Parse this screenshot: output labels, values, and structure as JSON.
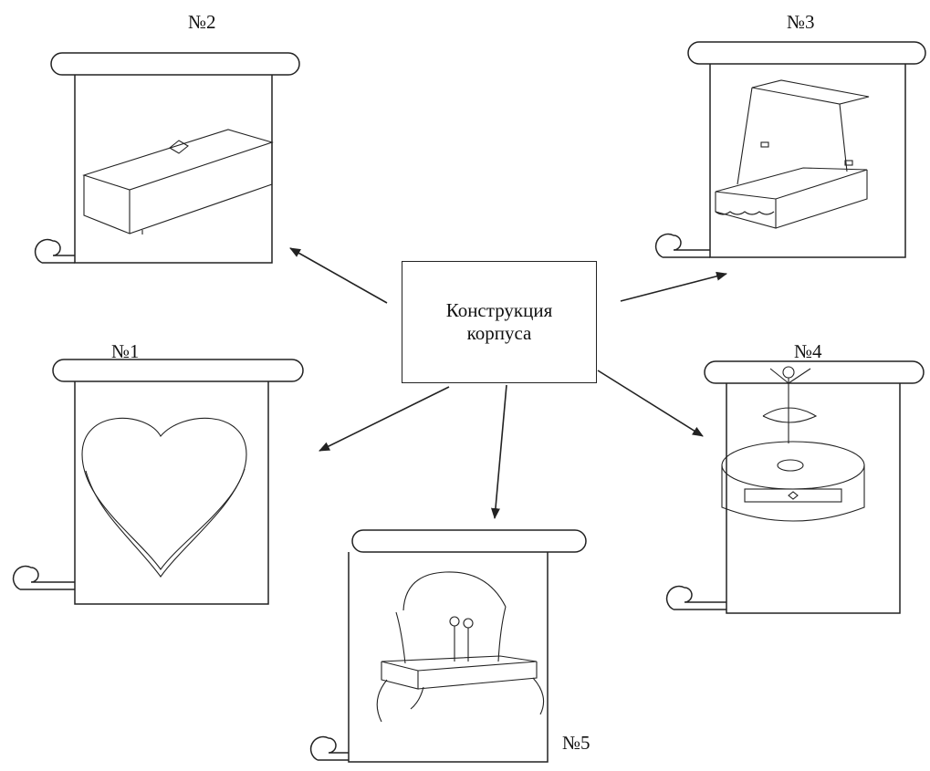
{
  "center": {
    "line1": "Конструкция",
    "line2": "корпуса"
  },
  "scrolls": [
    {
      "id": "scroll-1",
      "label": "№1",
      "picture": "heart-box-icon"
    },
    {
      "id": "scroll-2",
      "label": "№2",
      "picture": "rectangular-box-icon"
    },
    {
      "id": "scroll-3",
      "label": "№3",
      "picture": "open-box-icon"
    },
    {
      "id": "scroll-4",
      "label": "№4",
      "picture": "ballerina-music-box-icon"
    },
    {
      "id": "scroll-5",
      "label": "№5",
      "picture": "dancing-couple-music-box-icon"
    }
  ],
  "colors": {
    "ink": "#222222",
    "paper": "#ffffff"
  }
}
